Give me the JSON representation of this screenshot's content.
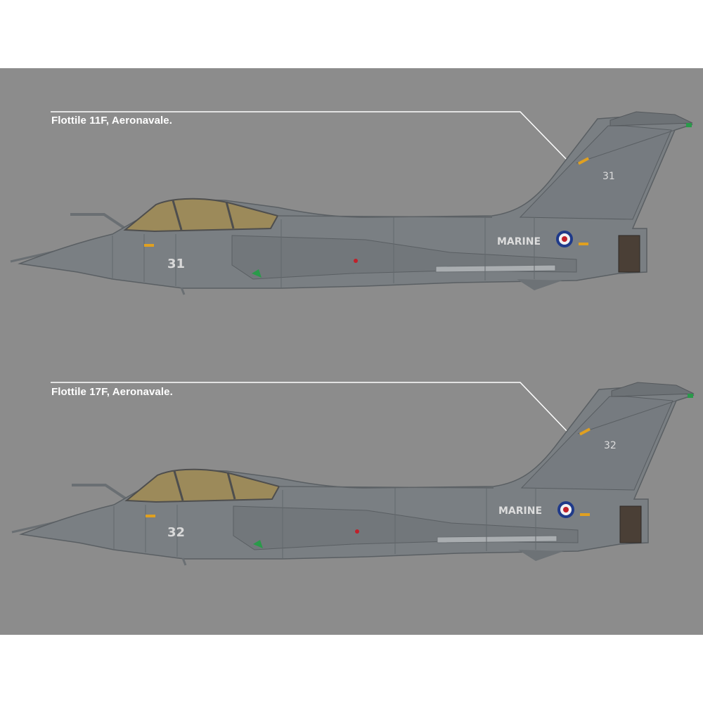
{
  "profiles": [
    {
      "caption": "Flottile 11F, Aeronavale.",
      "tail_number": "31",
      "nose_number": "31",
      "marking": "MARINE"
    },
    {
      "caption": "Flottile 17F, Aeronavale.",
      "tail_number": "32",
      "nose_number": "32",
      "marking": "MARINE"
    }
  ],
  "colors": {
    "background": "#8c8c8c",
    "aircraft_grey": "#7a7f83",
    "aircraft_dark": "#5e6367",
    "canopy": "#9c8a5a",
    "roundel_blue": "#1f3a8a",
    "roundel_red": "#c0202a",
    "highlight_yellow": "#e0a020"
  }
}
